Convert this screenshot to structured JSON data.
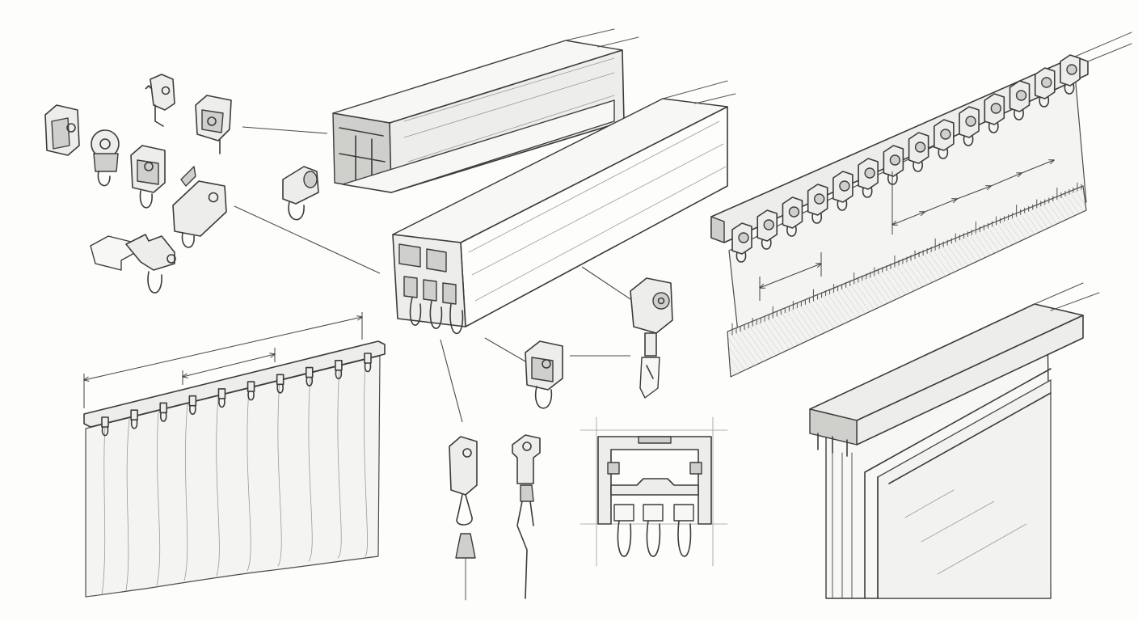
{
  "figure": {
    "style": "pencil sketch, monochrome",
    "colors": {
      "ink": "#3c3c3c",
      "paper": "#fdfdfc",
      "metal": "#ededeb",
      "shade": "#cfcfcc"
    }
  },
  "parts": {
    "loose_gliders": {
      "count": 9
    },
    "single_track": {},
    "triple_track": {},
    "triple_track_section": {},
    "glider_with_hook": {},
    "glider_wheel_hook": {},
    "glider_cord_weight": {},
    "glider_cord": {},
    "ceiling_track_ruler": {
      "glider_count": 14
    },
    "window_frame_track": {},
    "curtain_with_track": {
      "ring_count": 10
    }
  }
}
